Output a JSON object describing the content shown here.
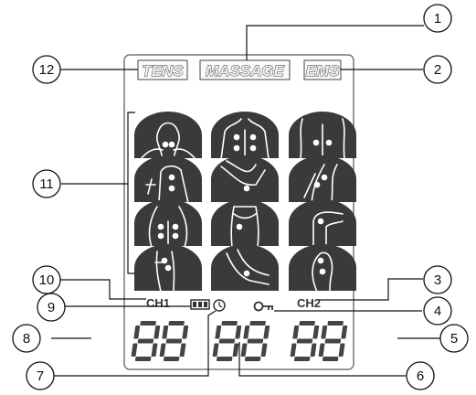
{
  "modes": {
    "tens": "TENS",
    "massage": "MASSAGE",
    "ems": "EMS"
  },
  "channels": {
    "ch1": "CH1",
    "ch2": "CH2"
  },
  "callouts": [
    "1",
    "2",
    "3",
    "4",
    "5",
    "6",
    "7",
    "8",
    "9",
    "10",
    "11",
    "12"
  ],
  "body_icons": [
    "neck-icon",
    "upper-back-icon",
    "lower-back-icon",
    "shoulder-arm-icon",
    "elbow-icon",
    "arm-icon",
    "buttocks-icon",
    "thigh-icon",
    "knee-icon",
    "calf-icon",
    "ankle-icon",
    "sole-icon"
  ],
  "digits": {
    "left": "88",
    "center": "88",
    "right": "88"
  }
}
